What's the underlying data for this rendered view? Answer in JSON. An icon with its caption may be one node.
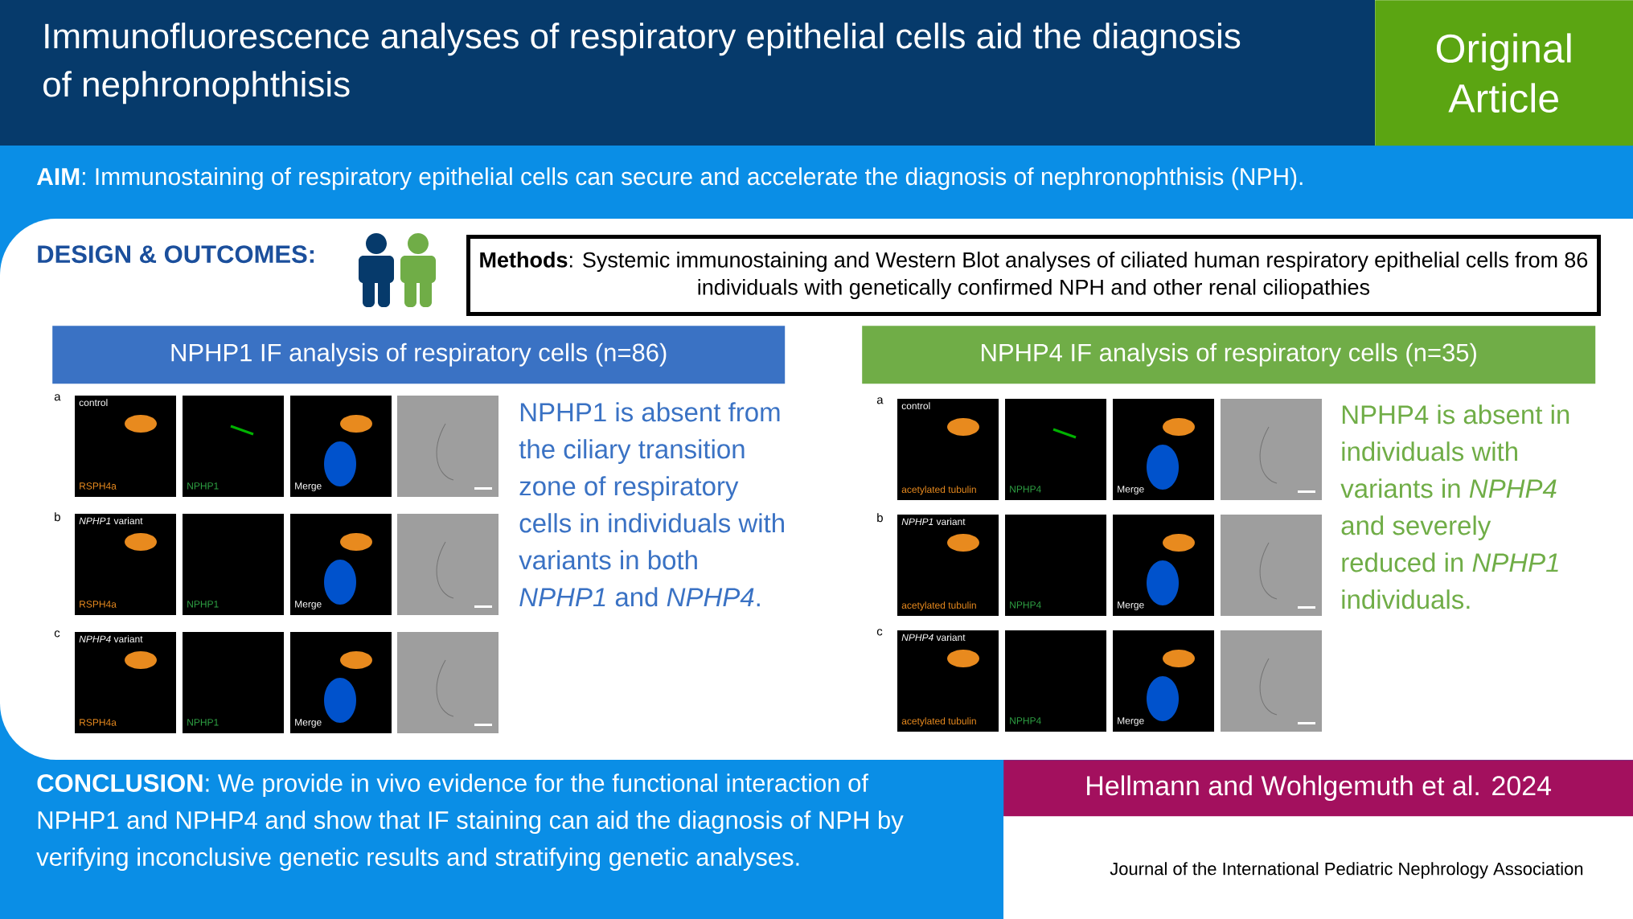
{
  "diagram": {
    "title": "Immunofluorescence analyses of respiratory epithelial cells aid the diagnosis of nephronophthisis",
    "nodes": [
      {
        "text": [
          "Original Article"
        ]
      },
      {
        "text": [
          "**Methods**: Systemic immunostaining and Western Blot analyses of ciliated human respiratory epithelial cells from 86 individuals with genetically confirmed NPH and other renal ciliopathies"
        ]
      },
      {
        "text": [
          "NPHP1 IF analysis of respiratory cells (n=86)"
        ]
      },
      {
        "text": [
          "NPHP4 IF analysis of respiratory cells (n=35)"
        ]
      },
      {
        "text": [
          "Hellmann and Wohlgemuth et al. 2024"
        ]
      }
    ],
    "labels": [
      "**AIM**: Immunostaining of respiratory epithelial cells can secure and accelerate the diagnosis of nephronophthisis (NPH).",
      "DESIGN & OUTCOMES:",
      "a",
      "control",
      "RSPH4a",
      "NPHP1",
      "Merge",
      "b",
      "*NPHP1* variant",
      "RSPH4a",
      "NPHP1",
      "Merge",
      "c",
      "*NPHP4* variant",
      "RSPH4a",
      "NPHP1",
      "Merge",
      "NPHP1 is absent from the ciliary transition zone of respiratory cells in individuals with variants in both *NPHP1* and *NPHP4*.",
      "a",
      "control",
      "acetylated tubulin",
      "NPHP4",
      "Merge",
      "b",
      "*NPHP1* variant",
      "acetylated tubulin",
      "NPHP4",
      "Merge",
      "c",
      "*NPHP4* variant",
      "acetylated tubulin",
      "NPHP4",
      "Merge",
      "NPHP4 is absent in individuals with variants in *NPHP4* and severely reduced in *NPHP1* individuals.",
      "**CONCLUSION**: We provide in vivo evidence for the functional interaction of NPHP1 and NPHP4 and show that IF staining can aid the diagnosis of NPH by verifying inconclusive genetic results and stratifying genetic analyses.",
      "Journal of the International Pediatric Nephrology Association"
    ]
  }
}
